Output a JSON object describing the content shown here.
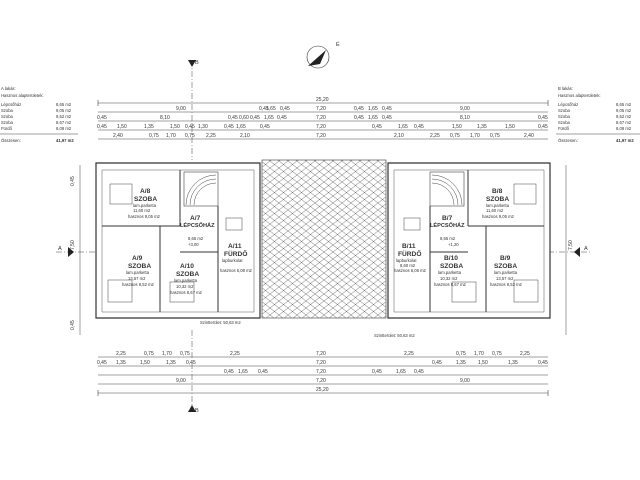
{
  "left_schedule": {
    "title": "A lakás:",
    "subtitle": "Hasznos alapterületek:",
    "rows": [
      {
        "name": "Lépcsőház",
        "value": "8,65 m2"
      },
      {
        "name": "Szoba",
        "value": "9,05 m2"
      },
      {
        "name": "Szoba",
        "value": "9,52 m2"
      },
      {
        "name": "Szoba",
        "value": "8,67 m2"
      },
      {
        "name": "Fürdő",
        "value": "6,08 m2"
      }
    ],
    "total_label": "Összesen:",
    "total_value": "41,97 m2"
  },
  "right_schedule": {
    "title": "B lakás:",
    "subtitle": "Hasznos alapterületek:",
    "rows": [
      {
        "name": "Lépcsőház",
        "value": "8,65 m2"
      },
      {
        "name": "Szoba",
        "value": "9,05 m2"
      },
      {
        "name": "Szoba",
        "value": "9,52 m2"
      },
      {
        "name": "Szoba",
        "value": "8,67 m2"
      },
      {
        "name": "Fürdő",
        "value": "6,08 m2"
      }
    ],
    "total_label": "Összesen:",
    "total_value": "41,97 m2"
  },
  "north_label": "É",
  "section_marks": {
    "top": "B",
    "bottom": "B",
    "left": "A",
    "right": "A"
  },
  "dims_top": {
    "overall": "25,20",
    "row2": [
      "9,00",
      "0,45",
      "1,65",
      "0,45",
      "7,20",
      "0,45",
      "1,65",
      "0,45",
      "9,00"
    ],
    "row3": [
      "0,45",
      "8,10",
      "0,45",
      "0,60",
      "0,45",
      "1,65",
      "0,45",
      "7,20",
      "0,45",
      "1,65",
      "0,45",
      "8,10",
      "0,45"
    ],
    "row4": [
      "0,45",
      "1,50",
      "1,35",
      "1,50",
      "0,45",
      "1,30",
      "0,45",
      "1,65",
      "0,45",
      "7,20",
      "0,45",
      "1,65",
      "0,45",
      "1,50",
      "1,35",
      "1,50",
      "0,45"
    ],
    "row5": [
      "2,40",
      "0,75",
      "1,70",
      "0,75",
      "2,25",
      "2,10",
      "7,20",
      "2,10",
      "2,25",
      "0,75",
      "1,70",
      "0,75",
      "2,40"
    ]
  },
  "dims_bottom": {
    "row1": [
      "2,25",
      "0,75",
      "1,70",
      "0,75",
      "2,25",
      "7,20",
      "2,25",
      "0,75",
      "1,70",
      "0,75",
      "2,25"
    ],
    "row2": [
      "0,45",
      "1,35",
      "1,50",
      "1,35",
      "0,45",
      "7,20",
      "0,45",
      "1,35",
      "1,50",
      "1,35",
      "0,45"
    ],
    "row3": [
      "0,45",
      "1,65",
      "0,45",
      "7,20",
      "0,45",
      "1,65",
      "0,45"
    ],
    "row4": [
      "9,00",
      "7,20",
      "9,00"
    ],
    "overall": "25,20"
  },
  "side_dims": {
    "left": "7,50",
    "right": "7,50",
    "upper": "0,45",
    "lower": "0,45"
  },
  "left_unit": {
    "rooms": [
      {
        "id": "A/8",
        "name": "SZOBA",
        "note": "lam.parketta",
        "area": "11,60 m2",
        "useful": "hasznos 9,05 m2"
      },
      {
        "id": "A/7",
        "name": "LÉPCSŐHÁZ",
        "note": "",
        "area": "8,65 m2",
        "useful": ""
      },
      {
        "id": "A/11",
        "name": "FÜRDŐ",
        "note": "lapburkolat",
        "area": "",
        "useful": "hasznos 6,08 m2"
      },
      {
        "id": "A/9",
        "name": "SZOBA",
        "note": "lam.parketta",
        "area": "13,57 m2",
        "useful": "hasznos 9,52 m2"
      },
      {
        "id": "A/10",
        "name": "SZOBA",
        "note": "lam.parketta",
        "area": "10,32 m2",
        "useful": "hasznos 8,67 m2"
      }
    ],
    "level": "+3,00",
    "floor_area": "Szintterület: 50,63 m2"
  },
  "right_unit": {
    "rooms": [
      {
        "id": "B/8",
        "name": "SZOBA",
        "note": "lam.parketta",
        "area": "11,60 m2",
        "useful": "hasznos 9,05 m2"
      },
      {
        "id": "B/7",
        "name": "LÉPCSŐHÁZ",
        "note": "",
        "area": "8,65 m2",
        "useful": ""
      },
      {
        "id": "B/11",
        "name": "FÜRDŐ",
        "note": "lapburkolat",
        "area": "8,60 m2",
        "useful": "hasznos 6,08 m2"
      },
      {
        "id": "B/10",
        "name": "SZOBA",
        "note": "lam.parketta",
        "area": "10,32 m2",
        "useful": "hasznos 8,67 m2"
      },
      {
        "id": "B/9",
        "name": "SZOBA",
        "note": "lam.parketta",
        "area": "13,57 m2",
        "useful": "hasznos 9,52 m2"
      }
    ],
    "level": "+1,20",
    "floor_area": "Szintterület: 50,63 m2"
  }
}
